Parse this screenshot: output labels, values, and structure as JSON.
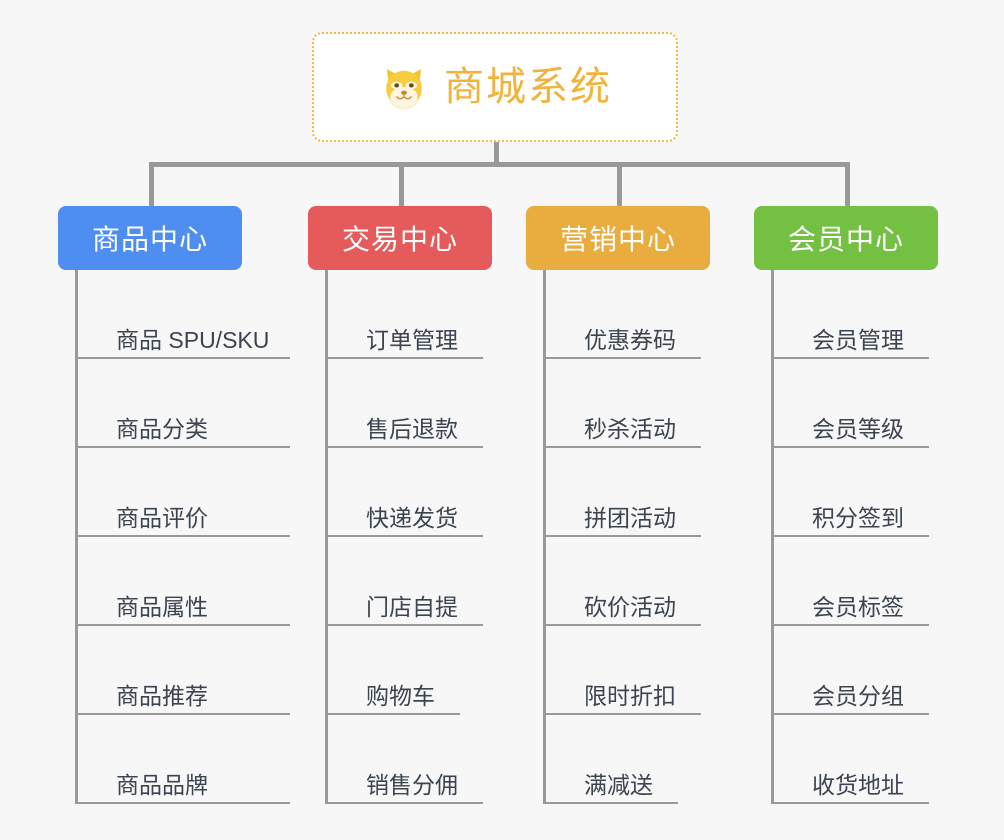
{
  "background_color": "#f7f7f7",
  "root": {
    "title": "商城系统",
    "icon": "dog-face-icon",
    "text_color": "#f0b33c",
    "border_color": "#f0b940"
  },
  "branches": [
    {
      "label": "商品中心",
      "color": "#4d8ef0",
      "items": [
        "商品 SPU/SKU",
        "商品分类",
        "商品评价",
        "商品属性",
        "商品推荐",
        "商品品牌"
      ]
    },
    {
      "label": "交易中心",
      "color": "#e55b5b",
      "items": [
        "订单管理",
        "售后退款",
        "快递发货",
        "门店自提",
        "购物车",
        "销售分佣"
      ]
    },
    {
      "label": "营销中心",
      "color": "#e9ac3f",
      "items": [
        "优惠券码",
        "秒杀活动",
        "拼团活动",
        "砍价活动",
        "限时折扣",
        "满减送"
      ]
    },
    {
      "label": "会员中心",
      "color": "#74c043",
      "items": [
        "会员管理",
        "会员等级",
        "积分签到",
        "会员标签",
        "会员分组",
        "收货地址"
      ]
    }
  ]
}
